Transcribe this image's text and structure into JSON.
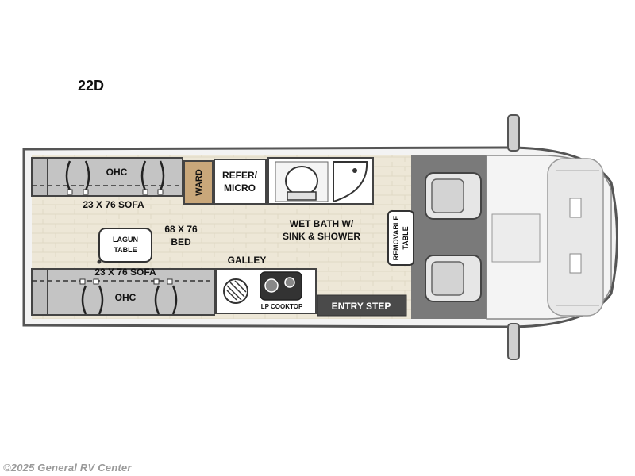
{
  "model": "22D",
  "watermark": "©2025 General RV Center",
  "labels": {
    "ohc_top": "OHC",
    "sofa_top": "23 X 76 SOFA",
    "ward": "WARD",
    "refer_line1": "REFER/",
    "refer_line2": "MICRO",
    "wetbath_line1": "WET BATH W/",
    "wetbath_line2": "SINK & SHOWER",
    "bed_line1": "68 X 76",
    "bed_line2": "BED",
    "lagun_line1": "LAGUN",
    "lagun_line2": "TABLE",
    "sofa_bottom": "23 X 76 SOFA",
    "galley": "GALLEY",
    "ohc_bottom": "OHC",
    "lp_cooktop": "LP COOKTOP",
    "entry_step": "ENTRY STEP",
    "removable_line1": "REMOVABLE",
    "removable_line2": "TABLE"
  },
  "colors": {
    "outline": "#555555",
    "floor": "#ece6d6",
    "cab_floor": "#777777",
    "cushion": "#bdbdbd",
    "entry_step": "#4a4a4a",
    "ward": "#c9a77a"
  }
}
